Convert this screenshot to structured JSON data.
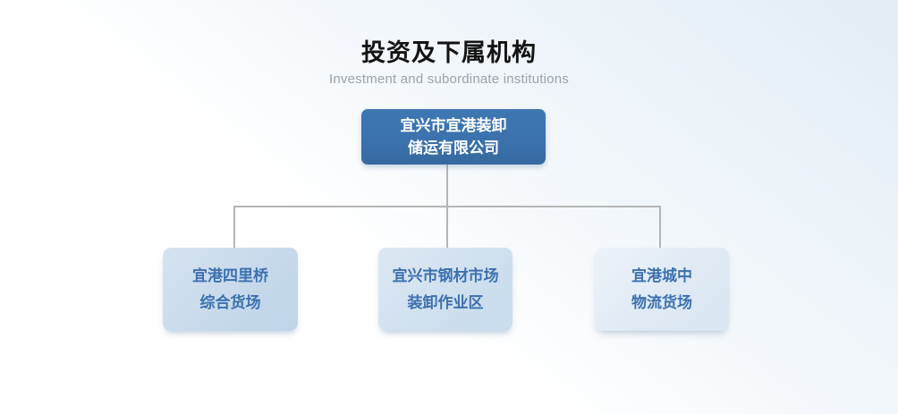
{
  "header": {
    "title": "投资及下属机构",
    "subtitle": "Investment and subordinate institutions"
  },
  "org_chart": {
    "root": {
      "lines": [
        "宜兴市宜港装卸",
        "储运有限公司"
      ]
    },
    "children": [
      {
        "lines": [
          "宜港四里桥",
          "综合货场"
        ]
      },
      {
        "lines": [
          "宜兴市钢材市场",
          "装卸作业区"
        ]
      },
      {
        "lines": [
          "宜港城中",
          "物流货场"
        ]
      }
    ],
    "colors": {
      "root_box_bg": "#3b72ae",
      "root_box_text": "#ffffff",
      "child_box_bg_1": "#c6d9ea",
      "child_box_bg_2": "#cfdfee",
      "child_box_bg_3": "#e0eaf4",
      "child_box_text": "#3c70af",
      "connector_line": "#b5b5b5",
      "background_top": "#e3edf6",
      "background_bottom": "#ffffff"
    }
  }
}
